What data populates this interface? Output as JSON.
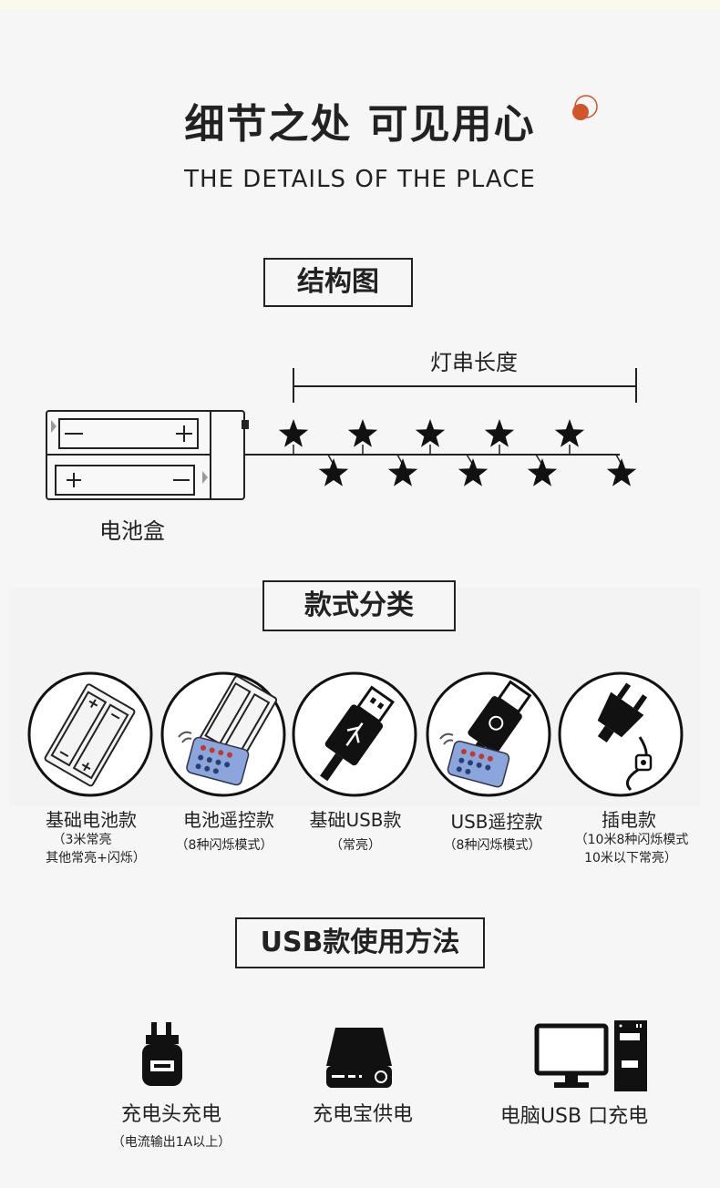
{
  "header": {
    "title": "细节之处 可见用心",
    "subtitle": "THE DETAILS OF THE PLACE"
  },
  "structure": {
    "heading": "结构图",
    "length_label": "灯串长度",
    "battery_box_label": "电池盒"
  },
  "styles": {
    "heading": "款式分类",
    "items": [
      {
        "name": "基础电池款",
        "note_line1": "（3米常亮",
        "note_line2": "其他常亮+闪烁）"
      },
      {
        "name": "电池遥控款",
        "note_line1": "（8种闪烁模式）",
        "note_line2": ""
      },
      {
        "name": "基础USB款",
        "note_line1": "（常亮）",
        "note_line2": ""
      },
      {
        "name": "USB遥控款",
        "note_line1": "（8种闪烁模式）",
        "note_line2": ""
      },
      {
        "name": "插电款",
        "note_line1": "（10米8种闪烁模式",
        "note_line2": "10米以下常亮）"
      }
    ]
  },
  "usb_usage": {
    "heading": "USB款使用方法",
    "methods": [
      {
        "name": "充电头充电",
        "note": "（电流输出1A以上）",
        "icon": "charger-icon"
      },
      {
        "name": "充电宝供电",
        "note": "",
        "icon": "power-bank-icon"
      },
      {
        "name": "电脑USB 口充电",
        "note": "",
        "icon": "computer-icon"
      }
    ]
  },
  "colors": {
    "text": "#222222",
    "accent": "#d0552a",
    "background": "#f6f6f6"
  }
}
